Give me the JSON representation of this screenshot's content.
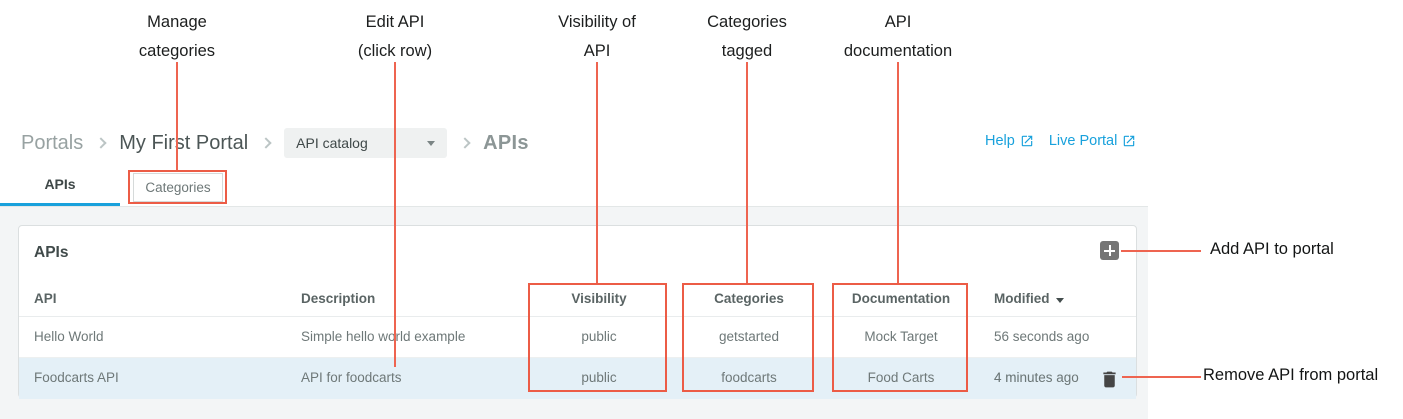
{
  "annotations": {
    "color": "#ec5c46",
    "labels": [
      {
        "line1": "Manage",
        "line2": "categories"
      },
      {
        "line1": "Edit API",
        "line2": "(click row)"
      },
      {
        "line1": "Visibility of",
        "line2": "API"
      },
      {
        "line1": "Categories",
        "line2": "tagged"
      },
      {
        "line1": "API",
        "line2": "documentation"
      }
    ],
    "add_api": "Add API to portal",
    "remove_api": "Remove API from portal"
  },
  "breadcrumb": {
    "portals": "Portals",
    "portal_name": "My First Portal",
    "dropdown_value": "API catalog",
    "current": "APIs"
  },
  "links": {
    "help": "Help",
    "live_portal": "Live Portal"
  },
  "tabs": [
    {
      "label": "APIs",
      "active": true
    },
    {
      "label": "Categories",
      "active": false
    }
  ],
  "panel": {
    "title": "APIs",
    "table": {
      "columns": [
        "API",
        "Description",
        "Visibility",
        "Categories",
        "Documentation",
        "Modified"
      ],
      "sort": {
        "column": "Modified",
        "direction": "desc"
      },
      "rows": [
        {
          "api": "Hello World",
          "description": "Simple hello world example",
          "visibility": "public",
          "categories": "getstarted",
          "documentation": "Mock Target",
          "modified": "56 seconds ago",
          "highlighted": false
        },
        {
          "api": "Foodcarts API",
          "description": "API for foodcarts",
          "visibility": "public",
          "categories": "foodcarts",
          "documentation": "Food Carts",
          "modified": "4 minutes ago",
          "highlighted": true
        }
      ]
    }
  },
  "colors": {
    "accent_blue": "#18a1dc",
    "annotation_red": "#ec5c46",
    "row_highlight": "#e4f0f7",
    "add_button_gray": "#757575"
  }
}
